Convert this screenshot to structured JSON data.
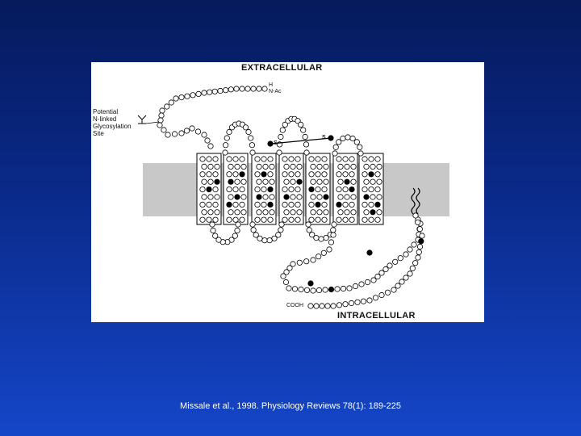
{
  "figure": {
    "extracellular_label": "EXTRACELLULAR",
    "intracellular_label": "INTRACELLULAR",
    "glycosylation_label": [
      "Potential",
      "N-linked",
      "Glycosylation",
      "Site"
    ],
    "n_terminus_h": "H",
    "n_terminus_nac": "N-Ac",
    "disulfide_s1": "S",
    "disulfide_s2": "S",
    "c_terminus": "COOH"
  },
  "citation": "Missale et al., 1998. Physiology Reviews 78(1): 189-225",
  "colors": {
    "background_top": "#061a5c",
    "background_bottom": "#1546c8",
    "membrane": "#c8c8c8",
    "residue_fill": "#ffffff",
    "conserved_residue_fill": "#000000"
  }
}
